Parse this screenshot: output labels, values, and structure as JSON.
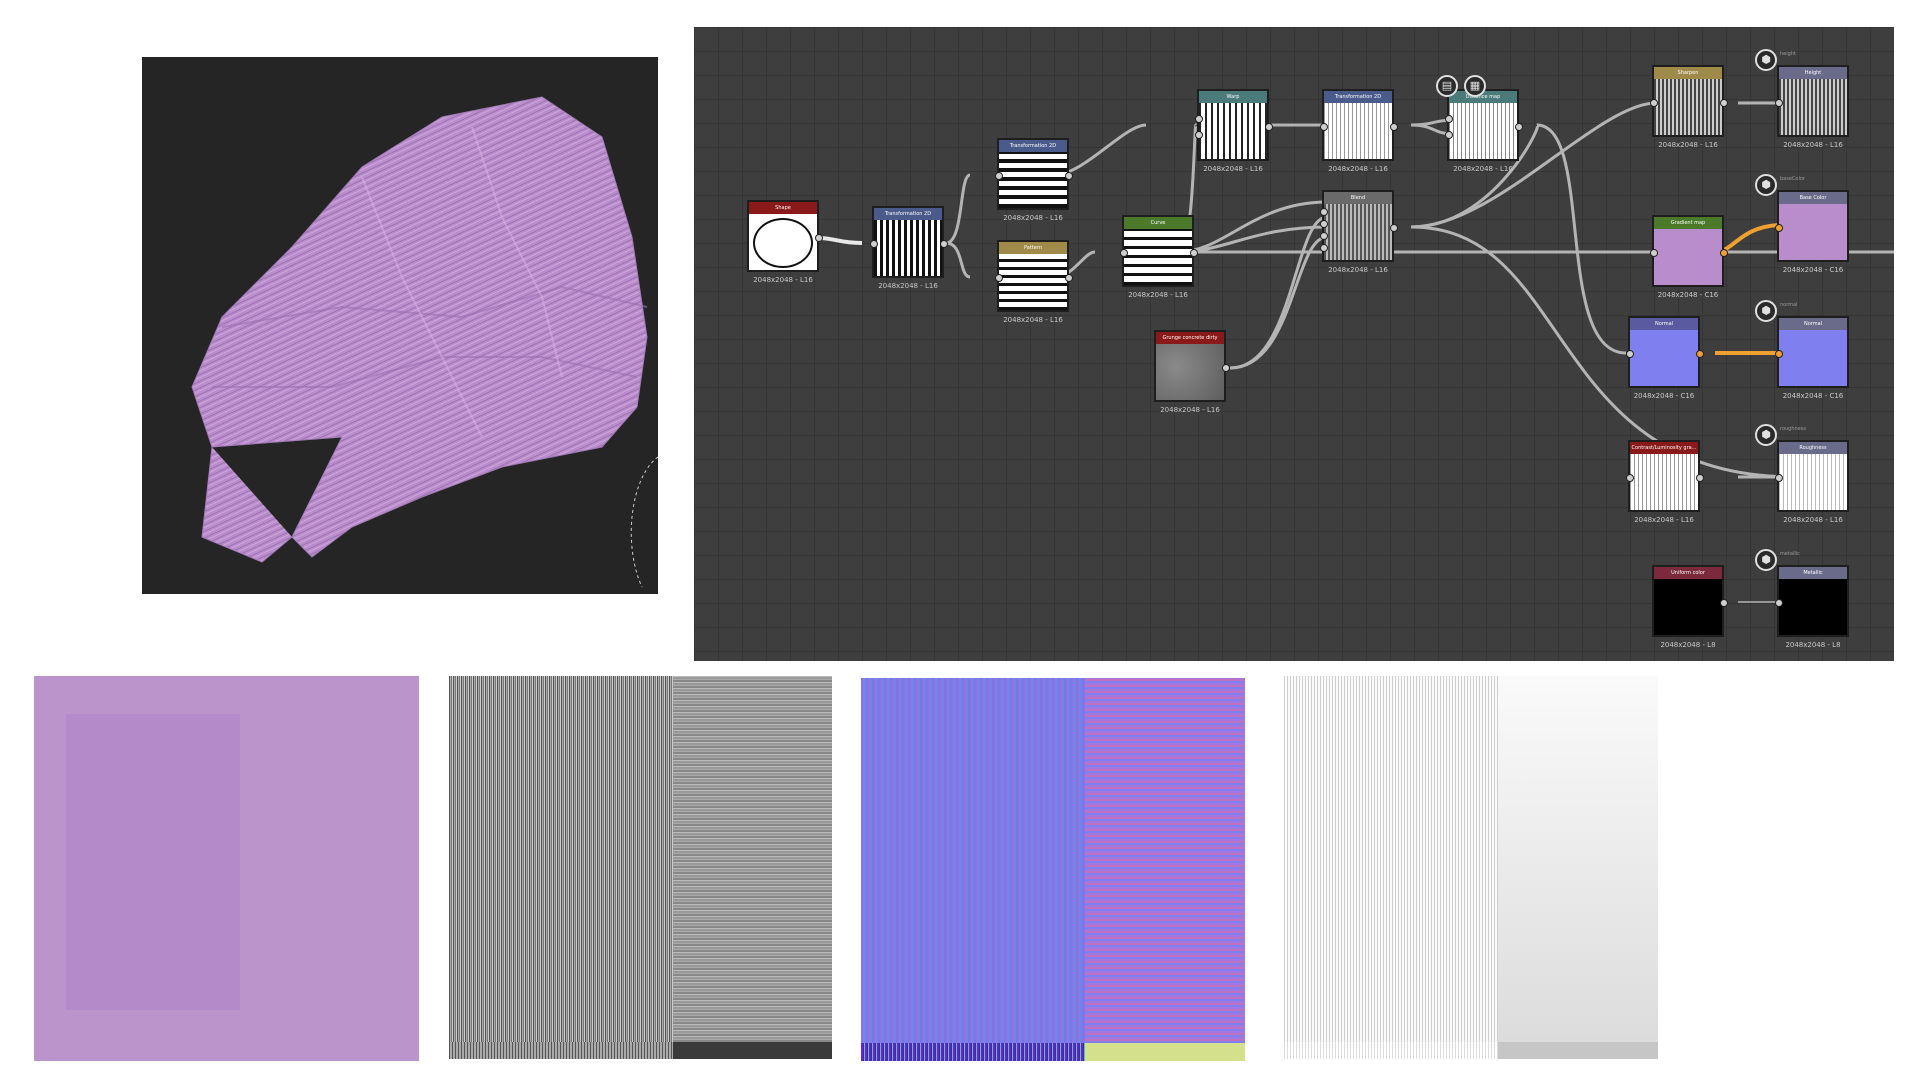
{
  "graph": {
    "nodes": [
      {
        "id": "shape",
        "title": "Shape",
        "caption": "2048x2048 - L16",
        "header_color": "#8a1a1a"
      },
      {
        "id": "transform1",
        "title": "Transformation 2D",
        "caption": "2048x2048 - L16",
        "header_color": "#4a5a8a"
      },
      {
        "id": "transform2",
        "title": "Transformation 2D",
        "caption": "2048x2048 - L16",
        "header_color": "#4a5a8a"
      },
      {
        "id": "pattern",
        "title": "Pattern",
        "caption": "2048x2048 - L16",
        "header_color": "#a08a4a"
      },
      {
        "id": "curve",
        "title": "Curve",
        "caption": "2048x2048 - L16",
        "header_color": "#4a7a2a"
      },
      {
        "id": "grunge",
        "title": "Grunge concrete dirty",
        "caption": "2048x2048 - L16",
        "header_color": "#8a1a1a"
      },
      {
        "id": "warp",
        "title": "Warp",
        "caption": "2048x2048 - L16",
        "header_color": "#4a7a7a"
      },
      {
        "id": "transform3",
        "title": "Transformation 2D",
        "caption": "2048x2048 - L16",
        "header_color": "#4a5a8a"
      },
      {
        "id": "blend1",
        "title": "Blend",
        "caption": "2048x2048 - L16",
        "header_color": "#6a6a6a"
      },
      {
        "id": "distance",
        "title": "Distance map",
        "caption": "2048x2048 - L16",
        "header_color": "#4a7a7a"
      },
      {
        "id": "sharpen",
        "title": "Sharpen",
        "caption": "2048x2048 - L16",
        "header_color": "#a08a4a"
      },
      {
        "id": "gradient",
        "title": "Gradient map",
        "caption": "2048x2048 - C16",
        "header_color": "#4a7a2a"
      },
      {
        "id": "normal_node",
        "title": "Normal",
        "caption": "2048x2048 - C16",
        "header_color": "#5a5aa0"
      },
      {
        "id": "contrast",
        "title": "Contrast/Luminosity gra...",
        "caption": "2048x2048 - L16",
        "header_color": "#8a1a1a"
      },
      {
        "id": "uniform",
        "title": "Uniform color",
        "caption": "2048x2048 - L8",
        "header_color": "#7a2a3a"
      },
      {
        "id": "out_height",
        "title": "Height",
        "caption": "2048x2048 - L16",
        "header_color": "#6a6a8a",
        "output_label": "height"
      },
      {
        "id": "out_basecolor",
        "title": "Base Color",
        "caption": "2048x2048 - C16",
        "header_color": "#6a6a8a",
        "output_label": "baseColor"
      },
      {
        "id": "out_normal",
        "title": "Normal",
        "caption": "2048x2048 - C16",
        "header_color": "#6a6a8a",
        "output_label": "normal"
      },
      {
        "id": "out_roughness",
        "title": "Roughness",
        "caption": "2048x2048 - L16",
        "header_color": "#6a6a8a",
        "output_label": "roughness"
      },
      {
        "id": "out_metallic",
        "title": "Metallic",
        "caption": "2048x2048 - L8",
        "header_color": "#6a6a8a",
        "output_label": "metallic"
      }
    ]
  },
  "icons": {
    "output": "cube-icon",
    "doc": "document-icon",
    "checker": "checker-icon"
  },
  "colors": {
    "material": "#b98ccb",
    "viewport_bg": "#252526",
    "graph_bg": "#3e3e3e",
    "wire": "#b4b4b4",
    "wire_active": "#f0a030"
  },
  "maps": [
    "basecolor-map",
    "height-map",
    "normal-map",
    "roughness-map"
  ]
}
